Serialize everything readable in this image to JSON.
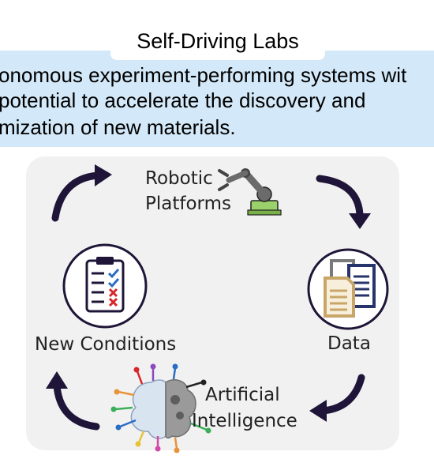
{
  "title": "Self-Driving Labs",
  "banner": {
    "line1": "onomous experiment-performing systems wit",
    "line2": "potential to accelerate the discovery and",
    "line3": "mization of new materials."
  },
  "nodes": {
    "robotic_line1": "Robotic",
    "robotic_line2": "Platforms",
    "data": "Data",
    "ai_line1": "Artificial",
    "ai_line2": "Intelligence",
    "new_conditions": "New Conditions"
  },
  "colors": {
    "banner": "#d3e8f8",
    "panel": "#f1f1f1",
    "arrow": "#1f1538",
    "circle_border": "#1f1538",
    "robot_arm": "#6b6b6b",
    "robot_base": "#9bd16a",
    "doc_gold": "#c8a667",
    "doc_blue": "#27346b",
    "check_blue": "#2b6cc4",
    "cross_red": "#d8262c"
  },
  "icons": [
    "robot-arm-icon",
    "documents-icon",
    "ai-brain-icon",
    "checklist-icon"
  ]
}
